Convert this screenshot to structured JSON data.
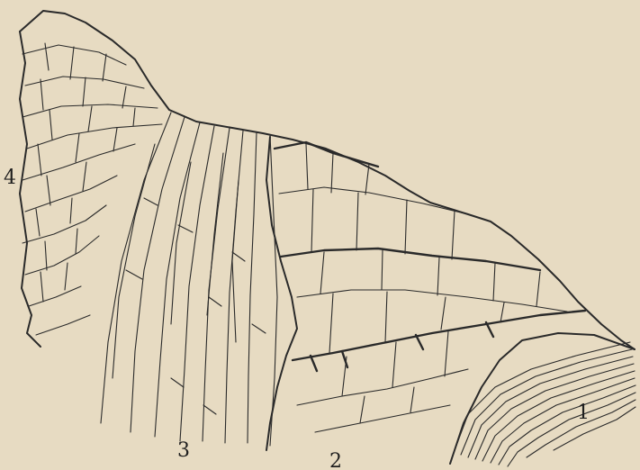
{
  "figure": {
    "labels": {
      "one": "1",
      "two": "2",
      "three": "3",
      "four": "4"
    },
    "colors": {
      "paper": "#e7dbc2",
      "ink": "#2a2a2a"
    }
  }
}
